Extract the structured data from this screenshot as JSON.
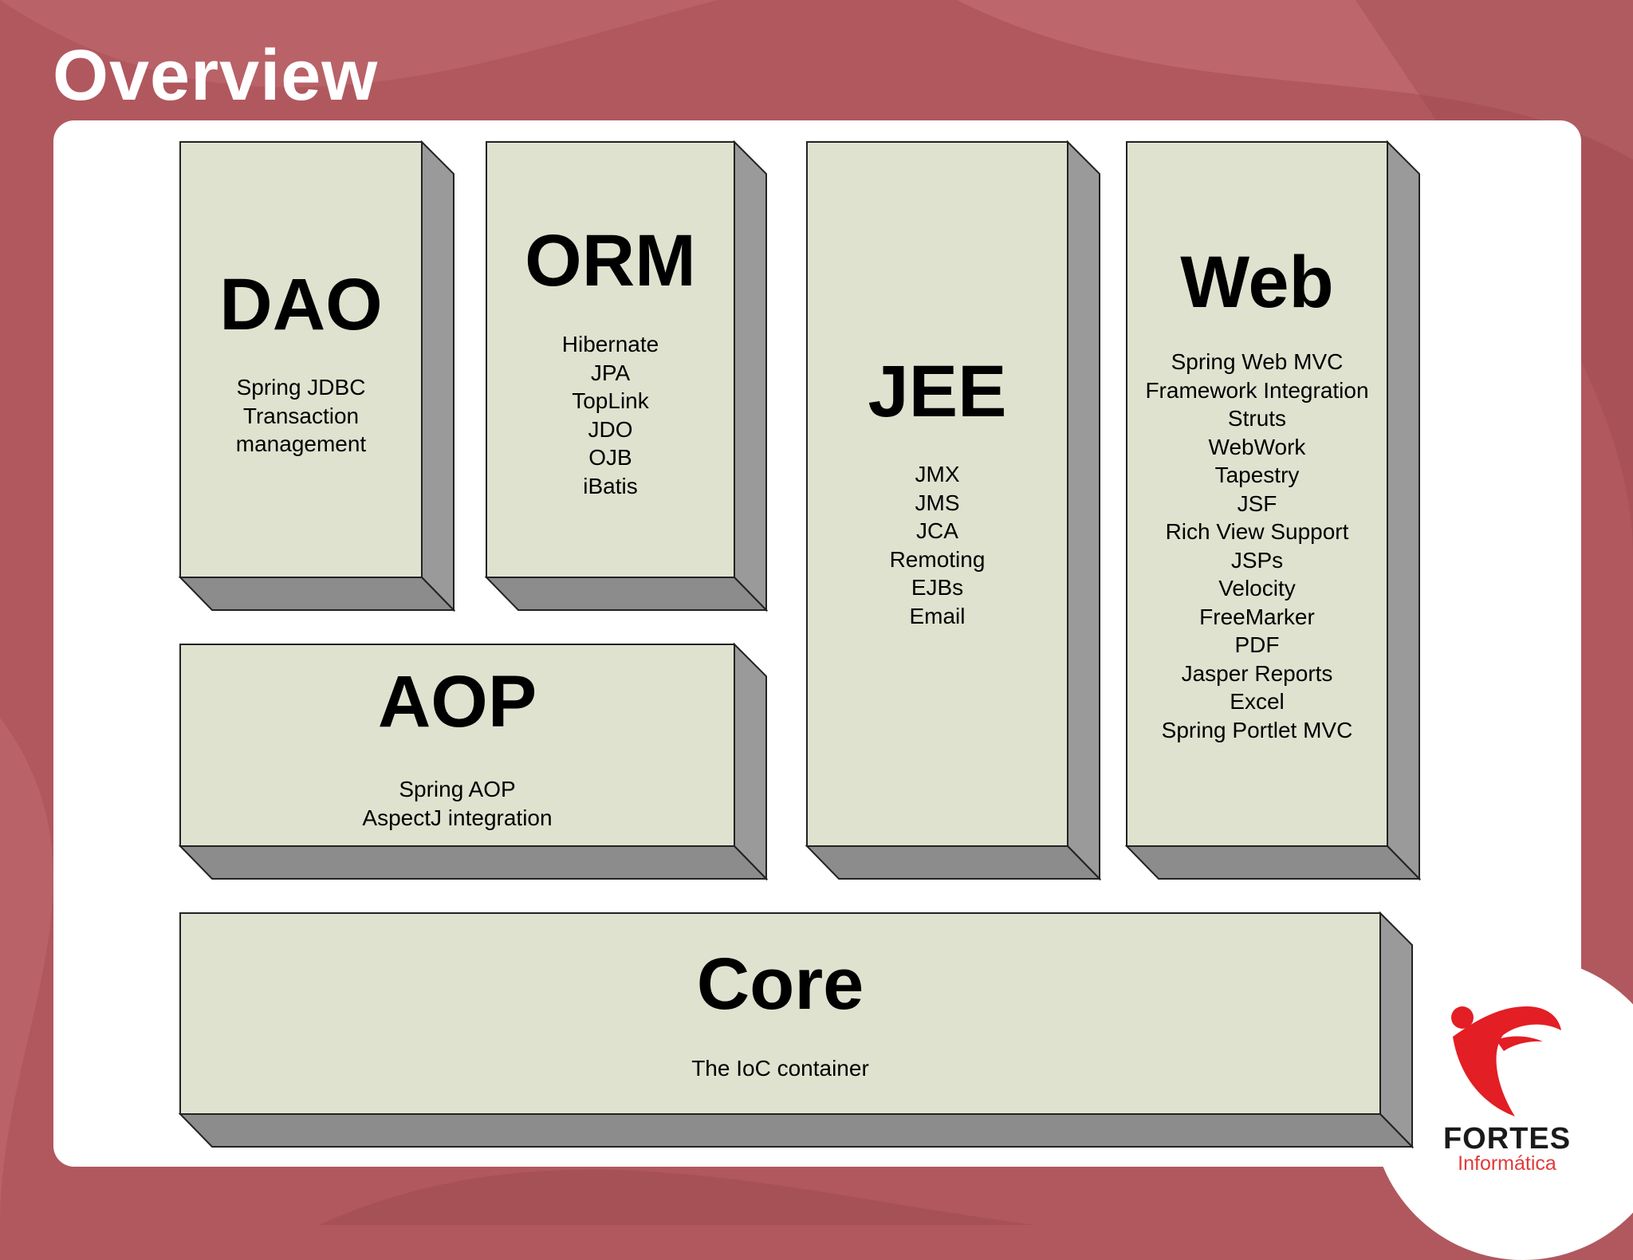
{
  "slide": {
    "title": "Overview"
  },
  "modules": {
    "dao": {
      "name": "DAO",
      "items": [
        "Spring JDBC",
        "Transaction",
        "management"
      ]
    },
    "orm": {
      "name": "ORM",
      "items": [
        "Hibernate",
        "JPA",
        "TopLink",
        "JDO",
        "OJB",
        "iBatis"
      ]
    },
    "jee": {
      "name": "JEE",
      "items": [
        "JMX",
        "JMS",
        "JCA",
        "Remoting",
        "EJBs",
        "Email"
      ]
    },
    "web": {
      "name": "Web",
      "items": [
        "Spring Web MVC",
        "Framework Integration",
        "Struts",
        "WebWork",
        "Tapestry",
        "JSF",
        "Rich View Support",
        "JSPs",
        "Velocity",
        "FreeMarker",
        "PDF",
        "Jasper Reports",
        "Excel",
        "Spring Portlet MVC"
      ]
    },
    "aop": {
      "name": "AOP",
      "items": [
        "Spring AOP",
        "AspectJ integration"
      ]
    },
    "core": {
      "name": "Core",
      "items": [
        "The IoC container"
      ]
    }
  },
  "logo": {
    "name": "FORTES",
    "subtitle": "Informática"
  },
  "colors": {
    "background": "#b0585e",
    "panel": "#ffffff",
    "box_face": "#dfe2cf",
    "box_side": "#9a9a9a",
    "box_bottom": "#8c8c8c",
    "logo_red": "#e31e24"
  }
}
